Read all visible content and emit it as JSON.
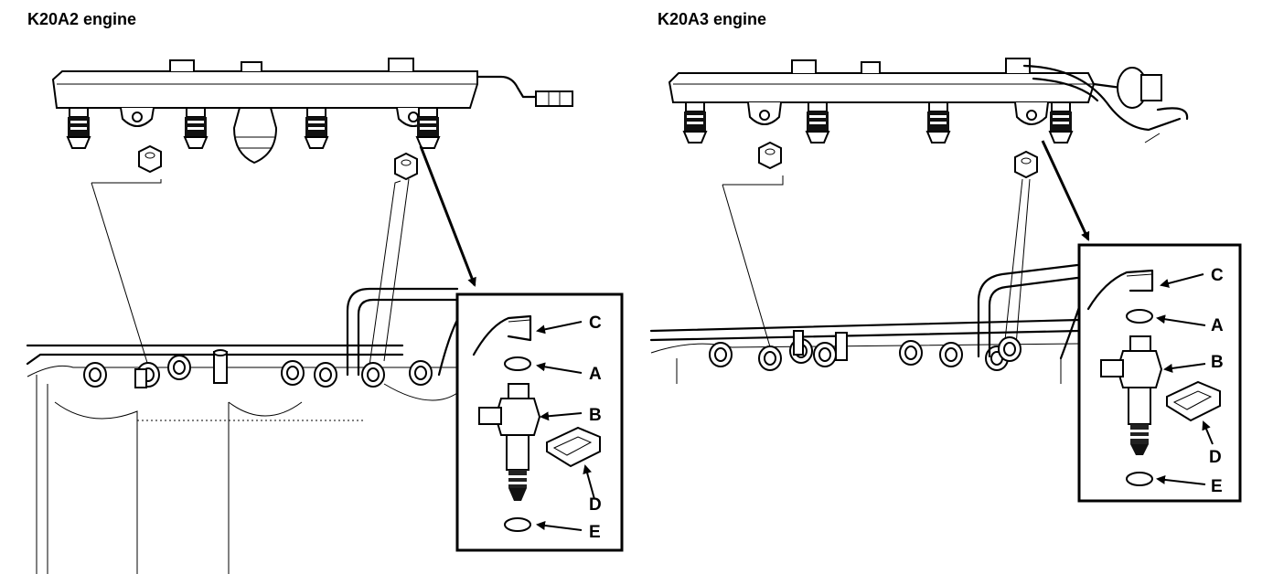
{
  "titles": {
    "left": "K20A2 engine",
    "right": "K20A3 engine"
  },
  "labels": {
    "a": "A",
    "b": "B",
    "c": "C",
    "d": "D",
    "e": "E"
  }
}
